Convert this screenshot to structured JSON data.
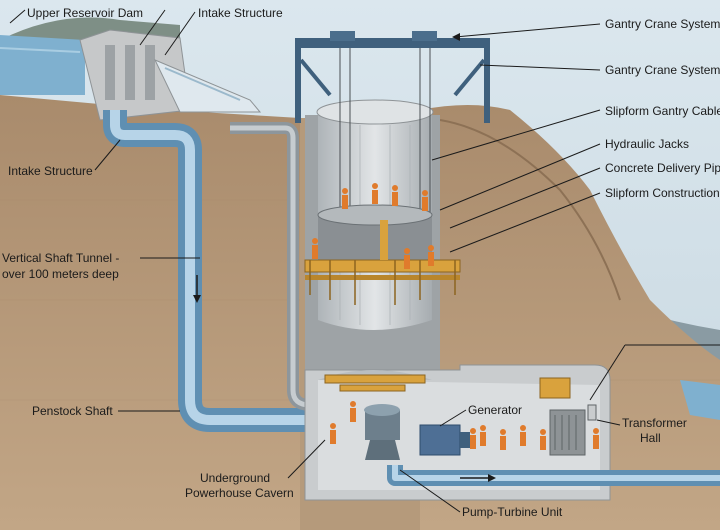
{
  "labels": {
    "upper_reservoir_dam": "Upper Reservoir Dam",
    "intake_structure_top": "Intake Structure",
    "intake_structure_left": "Intake Structure",
    "vertical_shaft_line1": "Vertical Shaft Tunnel -",
    "vertical_shaft_line2": "over 100 meters deep",
    "penstock_shaft": "Penstock Shaft",
    "underground_line1": "Underground",
    "underground_line2": "Powerhouse Cavern",
    "pump_turbine_unit": "Pump-Turbine Unit",
    "generator": "Generator",
    "transformer_line1": "Transformer",
    "transformer_line2": "Hall",
    "gantry_crane_1": "Gantry Crane System",
    "gantry_crane_2": "Gantry Crane System",
    "slipform_cables": "Slipform Gantry Cables",
    "hydraulic_jacks": "Hydraulic Jacks",
    "concrete_delivery": "Concrete Delivery Pipe",
    "slipform_construction": "Slipform Construction"
  },
  "colors": {
    "sky": "#d6e3ea",
    "water": "#7fb0cf",
    "earth": "#b79c7d",
    "earth_dark": "#9c7f61",
    "concrete": "#c9ccce",
    "pipe": "#8fb8d4",
    "steel_blue": "#3f607d",
    "timber": "#d9a23d",
    "worker": "#e07b2c"
  }
}
